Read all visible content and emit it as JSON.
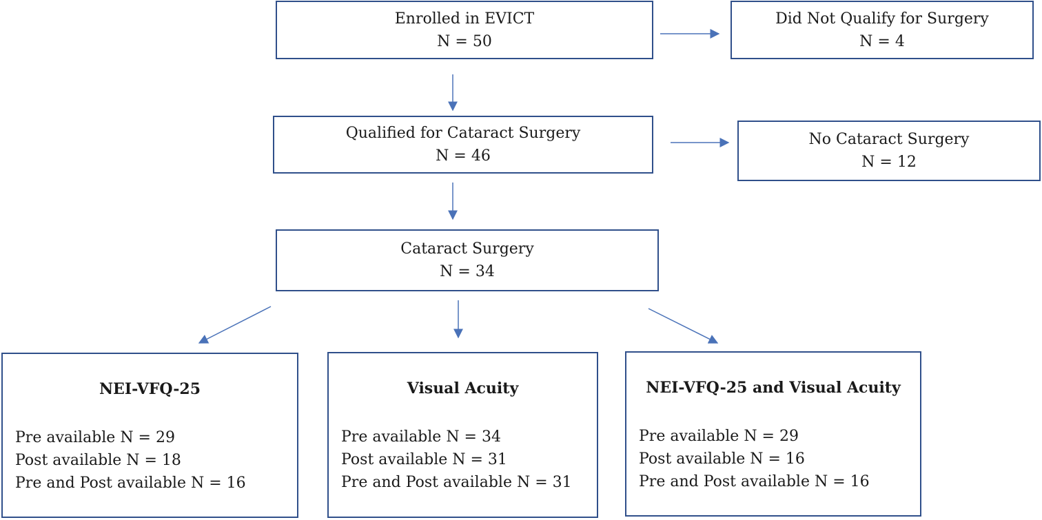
{
  "nodes": {
    "enrolled": {
      "label": "Enrolled in EVICT",
      "count": "N = 50"
    },
    "not_qualified": {
      "label": "Did Not Qualify for Surgery",
      "count": "N = 4"
    },
    "qualified": {
      "label": "Qualified for Cataract Surgery",
      "count": "N = 46"
    },
    "no_surgery": {
      "label": "No Cataract Surgery",
      "count": "N = 12"
    },
    "surgery": {
      "label": "Cataract Surgery",
      "count": "N = 34"
    },
    "nei": {
      "title": "NEI-VFQ-25",
      "lines": [
        "Pre available N = 29",
        "Post available N = 18",
        "Pre and Post available N = 16"
      ]
    },
    "va": {
      "title": "Visual Acuity",
      "lines": [
        "Pre available N = 34",
        "Post available N = 31",
        "Pre and Post available N = 31"
      ]
    },
    "nei_va": {
      "title": "NEI-VFQ-25 and Visual Acuity",
      "lines": [
        "Pre available N = 29",
        "Post available N = 16",
        "Pre and Post available N = 16"
      ]
    }
  },
  "colors": {
    "border": "#2f4f8a",
    "arrow": "#4a72b8"
  }
}
